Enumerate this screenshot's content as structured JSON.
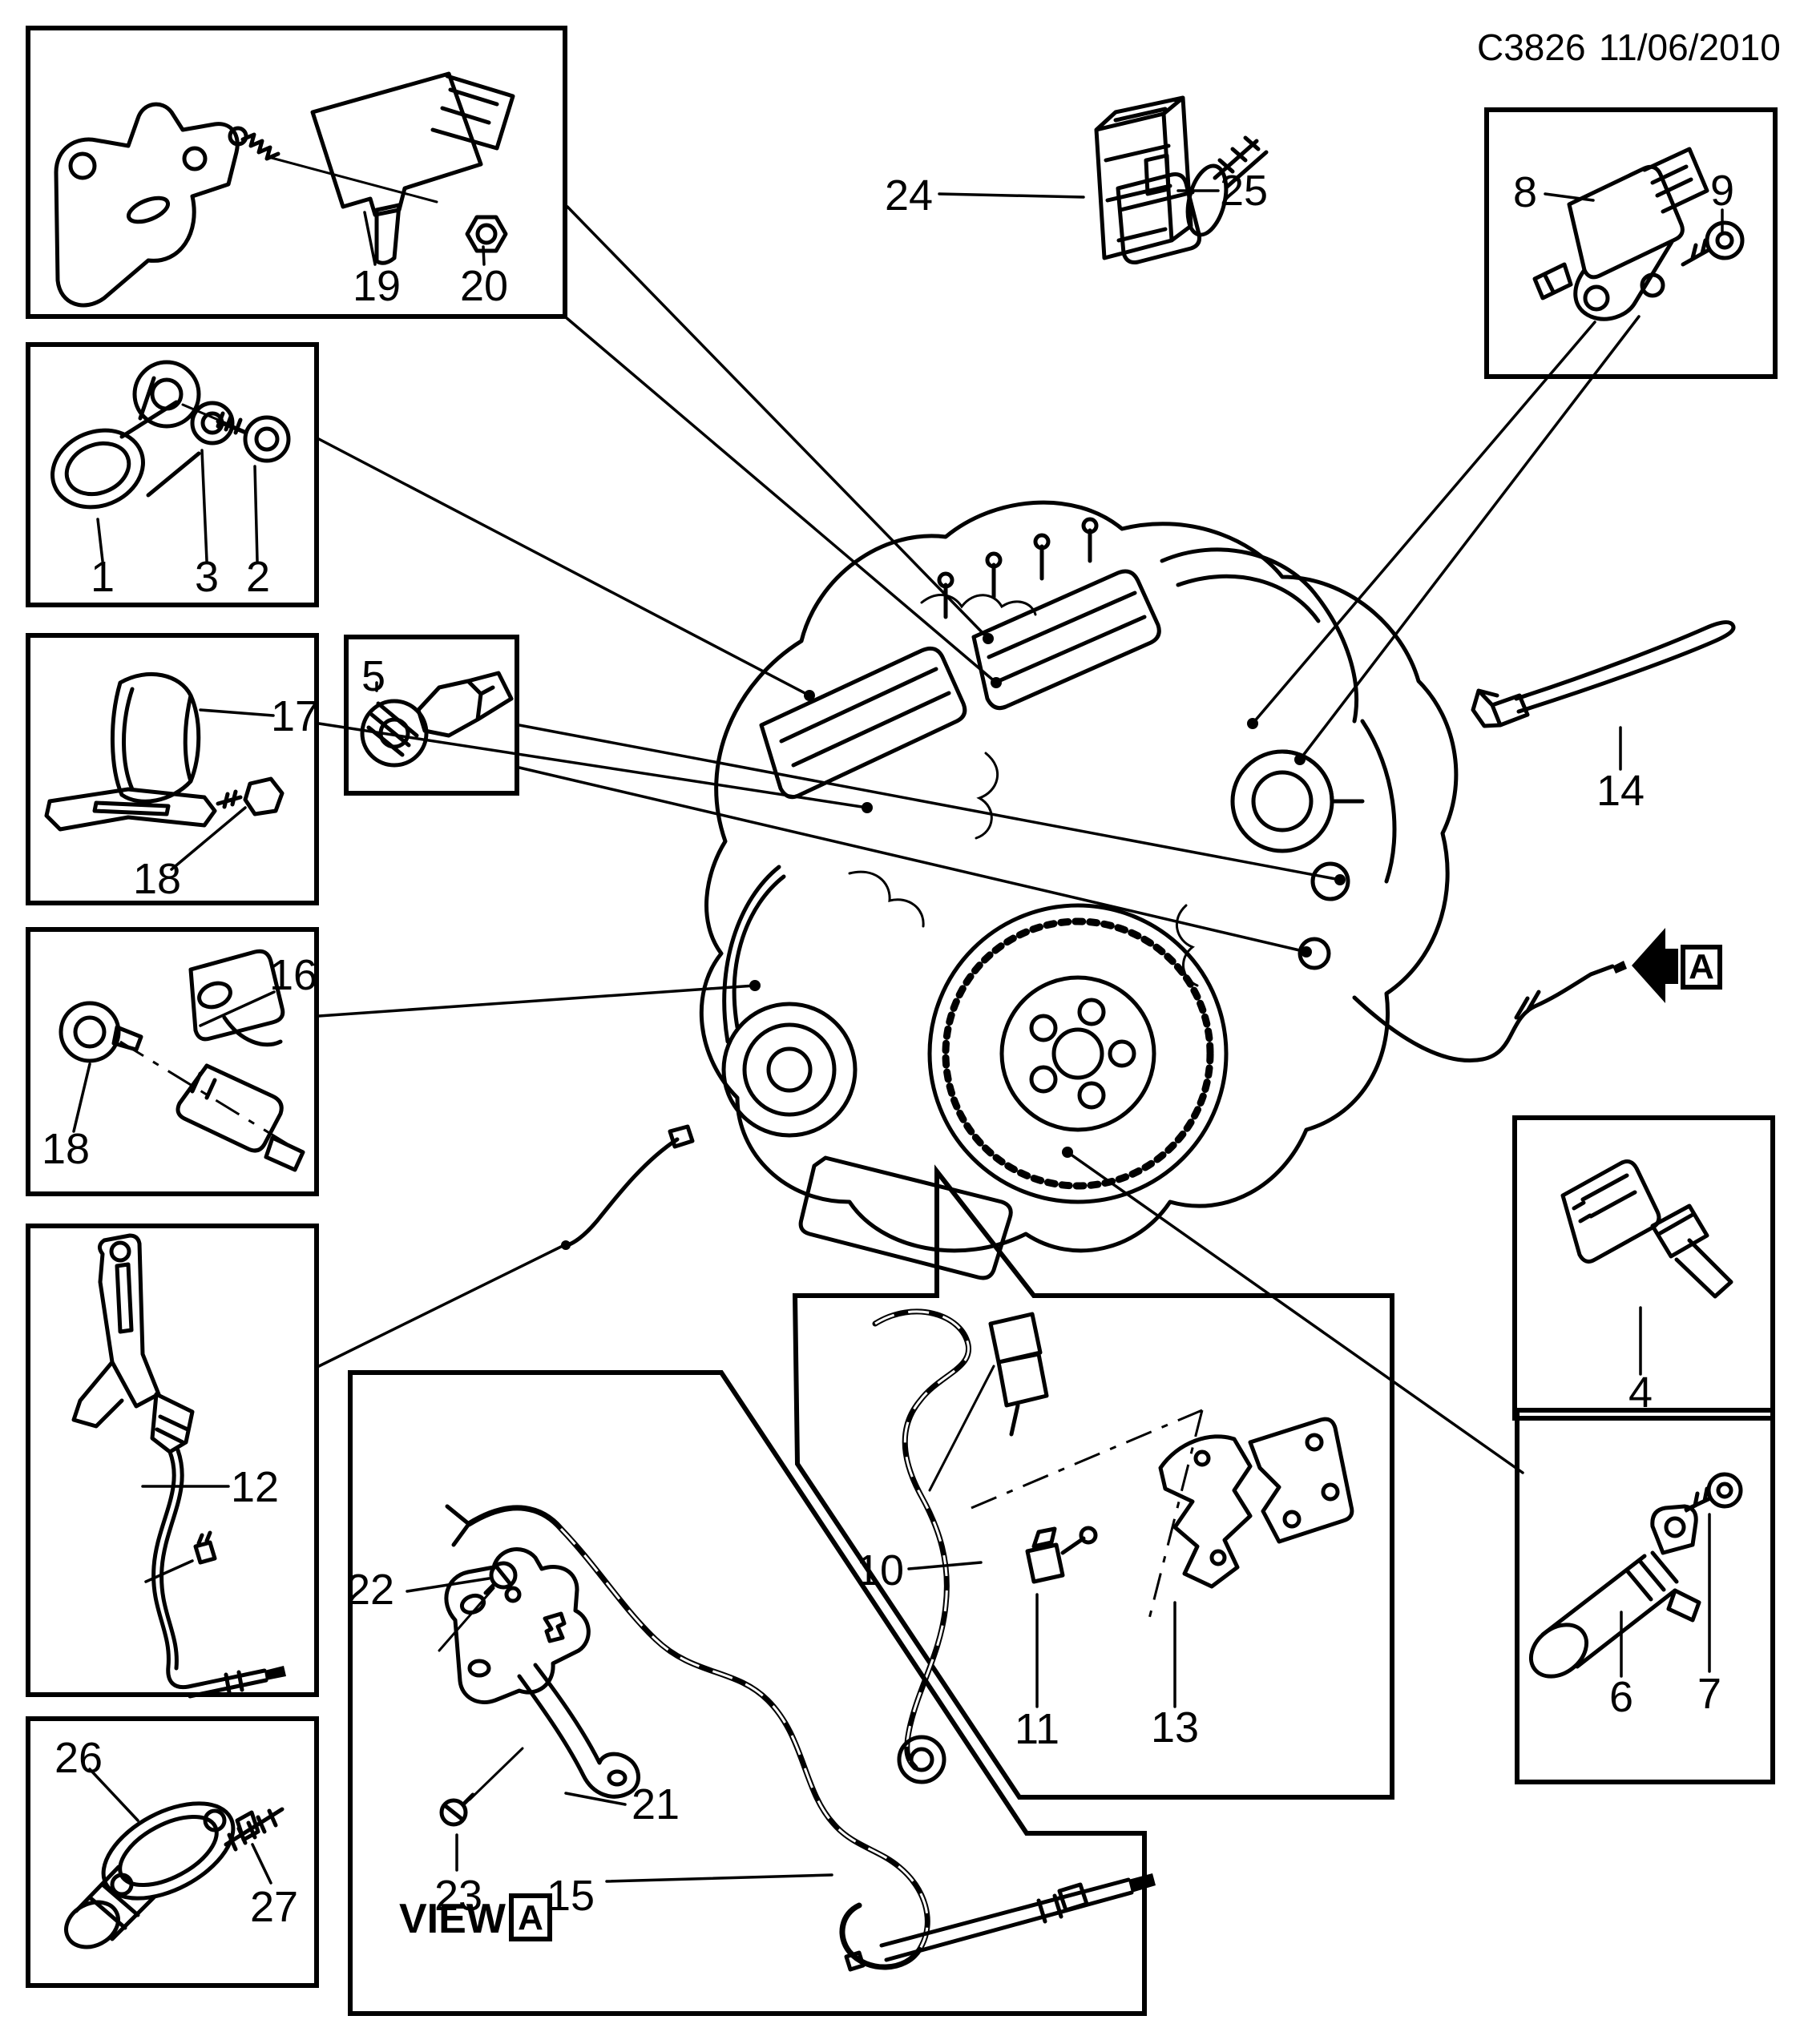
{
  "header": {
    "code": "C3826",
    "date": "11/06/2010"
  },
  "diagram": {
    "type": "exploded-parts-diagram",
    "subject": "engine sensors and wiring harness",
    "view_detail": {
      "word": "VIEW",
      "letter": "A"
    },
    "direction_arrow": {
      "letter": "A"
    },
    "callouts": {
      "n1": "1",
      "n2": "2",
      "n3": "3",
      "n4": "4",
      "n5": "5",
      "n6": "6",
      "n7": "7",
      "n8": "8",
      "n9": "9",
      "n10": "10",
      "n11": "11",
      "n12": "12",
      "n13": "13",
      "n14": "14",
      "n15": "15",
      "n16": "16",
      "n17": "17",
      "n18a": "18",
      "n18b": "18",
      "n19": "19",
      "n20": "20",
      "n21": "21",
      "n22": "22",
      "n23": "23",
      "n24": "24",
      "n25": "25",
      "n26": "26",
      "n27": "27"
    }
  }
}
